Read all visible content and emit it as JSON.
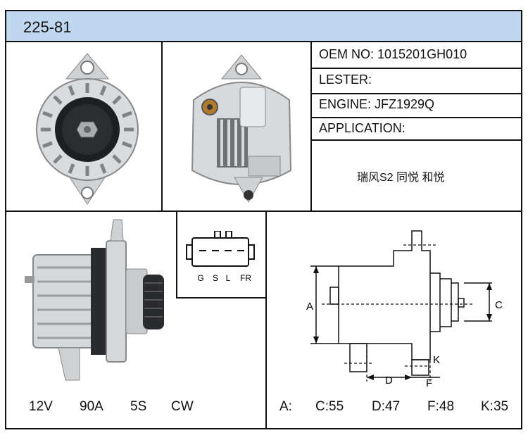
{
  "header": {
    "part_number": "225-81"
  },
  "info": {
    "oem": "OEM NO: 1015201GH010",
    "lester": "LESTER:",
    "engine": "ENGINE: JFZ1929Q",
    "application_label": "APPLICATION:",
    "application_value": "瑞风S2 同悦 和悦"
  },
  "connector": {
    "pins": [
      "G",
      "S",
      "L",
      "FR"
    ]
  },
  "diagram_labels": {
    "a": "A",
    "c": "C",
    "d": "D",
    "f": "F",
    "k": "K"
  },
  "specs": {
    "voltage": "12V",
    "amperage": "90A",
    "pulley": "5S",
    "rotation": "CW"
  },
  "dimensions": {
    "a": "A:",
    "c": "C:55",
    "d": "D:47",
    "f": "F:48",
    "k": "K:35"
  },
  "colors": {
    "header_bg": "#bfd8ef",
    "border": "#111111"
  },
  "icons": [
    "alternator-front-photo",
    "alternator-rear-photo",
    "alternator-side-photo",
    "connector-icon",
    "dimension-diagram"
  ]
}
